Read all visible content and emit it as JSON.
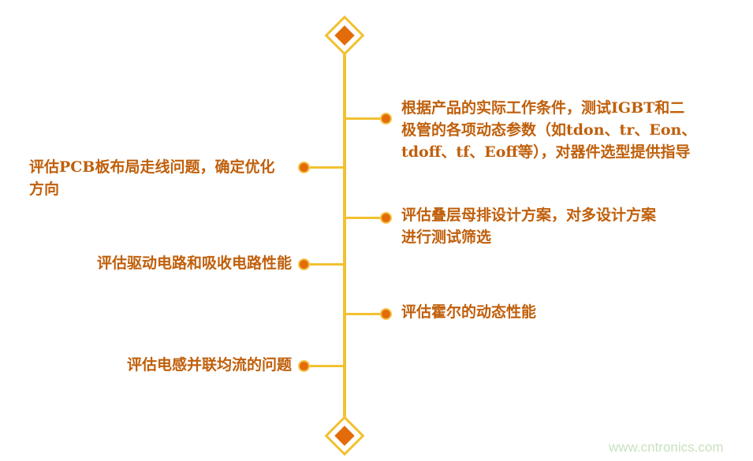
{
  "diagram": {
    "type": "vertical-timeline",
    "colors": {
      "line": "#f2c130",
      "accent": "#e36c0a",
      "text": "#c05f0b",
      "watermark": "#c8e2bf"
    },
    "right_items": [
      {
        "lines": [
          "根据产品的实际工作条件，测试IGBT和二",
          "极管的各项动态参数（如tdon、tr、Eon、",
          "tdoff、tf、Eoff等），对器件选型提供指导"
        ]
      },
      {
        "lines": [
          "评估叠层母排设计方案，对多设计方案",
          "进行测试筛选"
        ]
      },
      {
        "lines": [
          "评估霍尔的动态性能"
        ]
      }
    ],
    "left_items": [
      {
        "lines": [
          "评估PCB板布局走线问题，确定优化",
          "方向"
        ]
      },
      {
        "lines": [
          "评估驱动电路和吸收电路性能"
        ]
      },
      {
        "lines": [
          "评估电感并联均流的问题"
        ]
      }
    ]
  },
  "watermark": "www.cntronics.com"
}
